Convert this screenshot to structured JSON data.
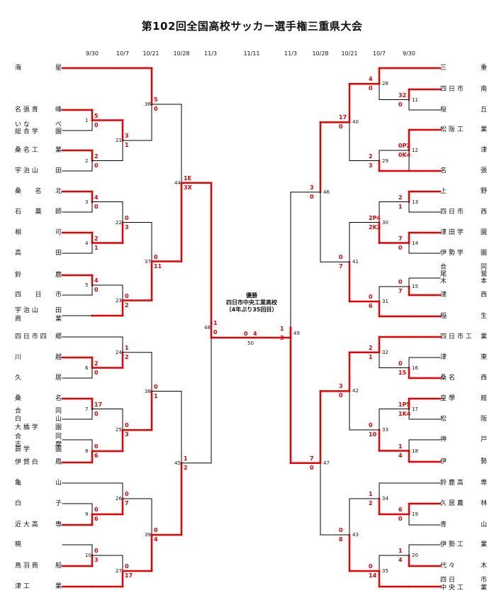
{
  "title": "第102回全国高校サッカー選手権三重県大会",
  "dates": [
    "9/30",
    "10/7",
    "10/21",
    "10/28",
    "11/3",
    "11/11",
    "11/3",
    "10/28",
    "10/21",
    "10/7",
    "9/30"
  ],
  "champion": {
    "label": "優勝",
    "school": "四日市中央工業高校",
    "note": "（4年ぶり35回目）"
  },
  "left_teams": [
    [
      "海",
      "星"
    ],
    [
      "名 張 青",
      "峰"
    ],
    [
      "い な",
      "べ"
    ],
    [
      "総 合 学",
      "園"
    ],
    [
      "桑 名 工",
      "業"
    ],
    [
      "宇 治 山",
      "田"
    ],
    [
      "桑",
      "名",
      "北"
    ],
    [
      "石",
      "薬",
      "師"
    ],
    [
      "相",
      "可"
    ],
    [
      "高",
      "田"
    ],
    [
      "鈴",
      "鹿"
    ],
    [
      "四",
      "日",
      "市"
    ],
    [
      "宇 治 山",
      "田"
    ],
    [
      "商",
      "業"
    ],
    [
      "四 日 市 四",
      "郷"
    ],
    [
      "川",
      "越"
    ],
    [
      "久",
      "居"
    ],
    [
      "桑",
      "名"
    ],
    [
      "合",
      "同"
    ],
    [
      "白",
      "山"
    ],
    [
      "大 橋 学",
      "園"
    ],
    [
      "合",
      "同"
    ],
    [
      "志",
      "摩"
    ],
    [
      "昴 学",
      "園"
    ],
    [
      "伊 賀 白",
      "鳳"
    ],
    [
      "亀",
      "山"
    ],
    [
      "白",
      "子"
    ],
    [
      "近 大 高",
      "専"
    ],
    [
      "暁",
      ""
    ],
    [
      "鳥 羽 商",
      "船"
    ],
    [
      "津 工",
      "業"
    ]
  ],
  "right_teams": [
    [
      "三",
      "重"
    ],
    [
      "四 日 市",
      "南"
    ],
    [
      "桜",
      "丘"
    ],
    [
      "松 阪 工",
      "業"
    ],
    [
      "",
      "津"
    ],
    [
      "名",
      "張"
    ],
    [
      "上",
      "野"
    ],
    [
      "四 日 市",
      "西"
    ],
    [
      "津 田 学",
      "園"
    ],
    [
      "伊 勢 学",
      "園"
    ],
    [
      "合",
      "同"
    ],
    [
      "尾",
      "鷲"
    ],
    [
      "木",
      "本"
    ],
    [
      "津",
      "西"
    ],
    [
      "稲",
      "生"
    ],
    [
      "四 日 市 工",
      "業"
    ],
    [
      "津",
      "東"
    ],
    [
      "桑 名",
      "西"
    ],
    [
      "皇 學",
      "館"
    ],
    [
      "松",
      "阪"
    ],
    [
      "神",
      "戸"
    ],
    [
      "伊",
      "勢"
    ],
    [
      "鈴 鹿 高",
      "専"
    ],
    [
      "久 居 農",
      "林"
    ],
    [
      "青",
      "山"
    ],
    [
      "伊 勢 工",
      "業"
    ],
    [
      "代 々",
      "木"
    ],
    [
      "四 日",
      "市"
    ],
    [
      "中 央 工",
      "業"
    ]
  ],
  "match_numbers": [
    "1",
    "2",
    "3",
    "4",
    "5",
    "6",
    "7",
    "8",
    "9",
    "10",
    "11",
    "12",
    "13",
    "14",
    "15",
    "16",
    "17",
    "18",
    "19",
    "20",
    "21",
    "22",
    "23",
    "24",
    "25",
    "26",
    "27",
    "28",
    "29",
    "30",
    "31",
    "32",
    "33",
    "34",
    "35",
    "36",
    "37",
    "38",
    "39",
    "40",
    "41",
    "42",
    "43",
    "44",
    "45",
    "46",
    "47",
    "48",
    "49",
    "50"
  ],
  "scores": {
    "m1": [
      "5",
      "0"
    ],
    "m2": [
      "2",
      "0"
    ],
    "m3": [
      "4",
      "0"
    ],
    "m4": [
      "2",
      "1"
    ],
    "m5": [
      "4",
      "0"
    ],
    "m6": [
      "2",
      "0"
    ],
    "m7": [
      "17",
      "0"
    ],
    "m8": [
      "0",
      "6"
    ],
    "m9": [
      "0",
      "6"
    ],
    "m10": [
      "0",
      "3"
    ],
    "m21": [
      "3",
      "1"
    ],
    "m22": [
      "0",
      "3"
    ],
    "m23": [
      "0",
      "2"
    ],
    "m24": [
      "1",
      "2"
    ],
    "m25": [
      "0",
      "3"
    ],
    "m26": [
      "0",
      "7"
    ],
    "m27": [
      "0",
      "17"
    ],
    "m36": [
      "5",
      "0"
    ],
    "m37": [
      "0",
      "11"
    ],
    "m38": [
      "0",
      "1"
    ],
    "m39": [
      "0",
      "4"
    ],
    "m44": [
      "1E",
      "3X"
    ],
    "m45": [
      "1",
      "2"
    ],
    "m48": [
      "1",
      "0"
    ],
    "m28": [
      "4",
      "0"
    ],
    "m11": [
      "32",
      "0"
    ],
    "m12": [
      "0P2",
      "0K4"
    ],
    "m29": [
      "2",
      "3"
    ],
    "m40": [
      "17",
      "0"
    ],
    "m13": [
      "2",
      "1"
    ],
    "m14": [
      "7",
      "0"
    ],
    "m30": [
      "2P4",
      "2K2"
    ],
    "m15": [
      "0",
      "7"
    ],
    "m31": [
      "0",
      "6"
    ],
    "m41": [
      "0",
      "7"
    ],
    "m46": [
      "3",
      "0"
    ],
    "m32": [
      "2",
      "1"
    ],
    "m16": [
      "0",
      "15"
    ],
    "m17": [
      "1P5",
      "1K4"
    ],
    "m33": [
      "0",
      "10"
    ],
    "m18": [
      "1",
      "4"
    ],
    "m42": [
      "3",
      "0"
    ],
    "m34": [
      "1",
      "2"
    ],
    "m19": [
      "6",
      "0"
    ],
    "m20": [
      "1",
      "4"
    ],
    "m35": [
      "0",
      "14"
    ],
    "m43": [
      "0",
      "8"
    ],
    "m47": [
      "7",
      "0"
    ],
    "m49": [
      "1",
      "3"
    ],
    "final": [
      "0",
      "4"
    ]
  },
  "colors": {
    "win_line": "#e60000",
    "lose_line": "#000000",
    "score": "#e60000"
  }
}
